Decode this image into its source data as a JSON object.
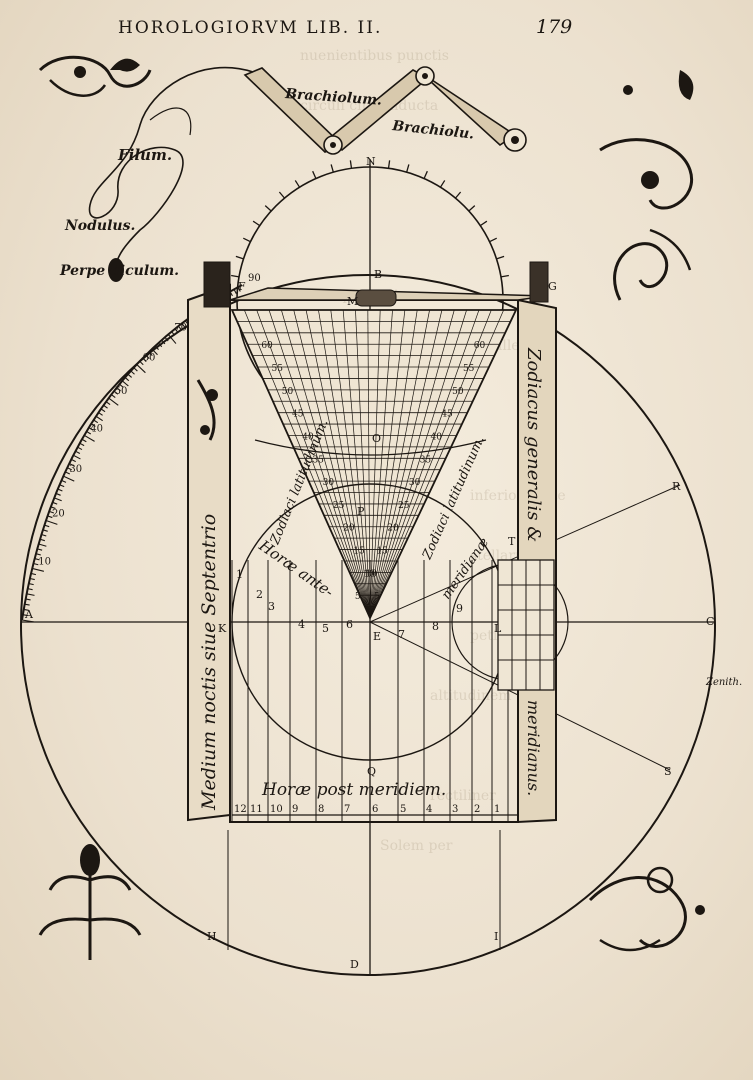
{
  "header": {
    "running_title": "HOROLOGIORVM LIB. II.",
    "page_number": "179"
  },
  "labels": {
    "brachiolum_left": "Brachiolum.",
    "brachiolum_right": "Brachiolu.",
    "filum": "Filum.",
    "nodulus": "Nodulus.",
    "perpendiculum": "Perpe diculum.",
    "medium_noctis": "Medium noctis siue Septentrio",
    "zodiacus": "Zodiacus generalis &",
    "meridianus": "meridianus.",
    "horae_post": "Horæ post meridiem.",
    "horae_ante": "Horæ ante-",
    "horae_meridianae": "meridianæ",
    "zodiaci_lat_left": "Zodiaci latitudinum.",
    "zodiaci_lat_right": "Zodiaci latitudinum.",
    "margin_note": "Zenith."
  },
  "letters": [
    "N",
    "B",
    "M",
    "F",
    "G",
    "A",
    "C",
    "E",
    "K",
    "L",
    "H",
    "I",
    "D",
    "R",
    "S",
    "T",
    "O",
    "P",
    "Q"
  ],
  "quadrant_numbers": [
    "10",
    "20",
    "30",
    "40",
    "50",
    "60",
    "70",
    "80",
    "90"
  ],
  "latitude_numbers": [
    "5",
    "10",
    "15",
    "20",
    "25",
    "30",
    "35",
    "40",
    "45",
    "50",
    "55",
    "60"
  ],
  "hour_numbers_bottom": [
    "12",
    "11",
    "10",
    "9",
    "8",
    "7",
    "6",
    "5",
    "4",
    "3",
    "2",
    "1"
  ],
  "hour_numbers_mid": [
    "1",
    "2",
    "3",
    "4",
    "5",
    "6",
    "7",
    "8",
    "9"
  ]
}
